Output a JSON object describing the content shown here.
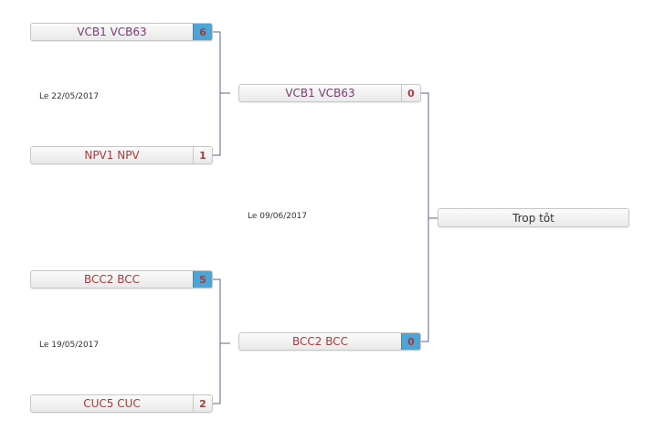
{
  "round1": [
    {
      "date": "Le 22/05/2017",
      "teams": [
        {
          "name": "VCB1 VCB63",
          "score": "6",
          "winner": true
        },
        {
          "name": "NPV1 NPV",
          "score": "1",
          "winner": false
        }
      ]
    },
    {
      "date": "Le 19/05/2017",
      "teams": [
        {
          "name": "BCC2 BCC",
          "score": "5",
          "winner": true
        },
        {
          "name": "CUC5 CUC",
          "score": "2",
          "winner": false
        }
      ]
    }
  ],
  "round2": {
    "date": "Le 09/06/2017",
    "teams": [
      {
        "name": "VCB1 VCB63",
        "score": "0",
        "winner": false
      },
      {
        "name": "BCC2 BCC",
        "score": "0",
        "winner": true
      }
    ]
  },
  "final": {
    "label": "Trop tôt"
  },
  "colors": {
    "winner_score_bg": "#4aa6d8",
    "team_text": "#a23c3c",
    "line": "#5a6a8a"
  }
}
